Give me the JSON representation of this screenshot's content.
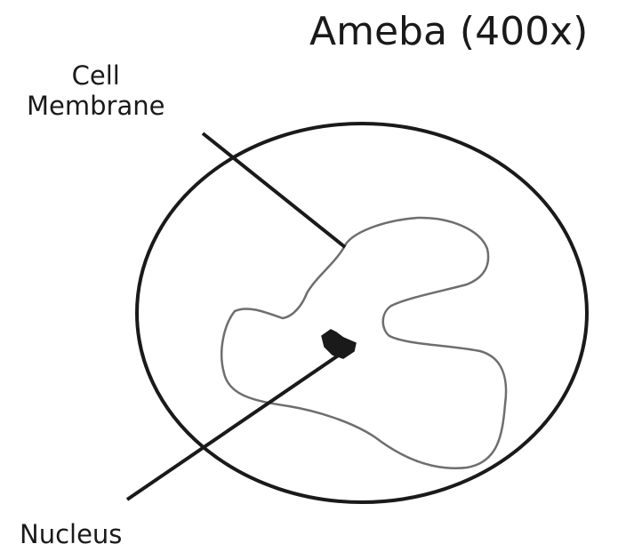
{
  "diagram": {
    "title": "Ameba (400x)",
    "labels": {
      "cell_membrane_line1": "Cell",
      "cell_membrane_line2": "Membrane",
      "nucleus": "Nucleus"
    },
    "colors": {
      "ink": "#1a1a1a",
      "ameba_outline": "#6e6e6e"
    }
  }
}
